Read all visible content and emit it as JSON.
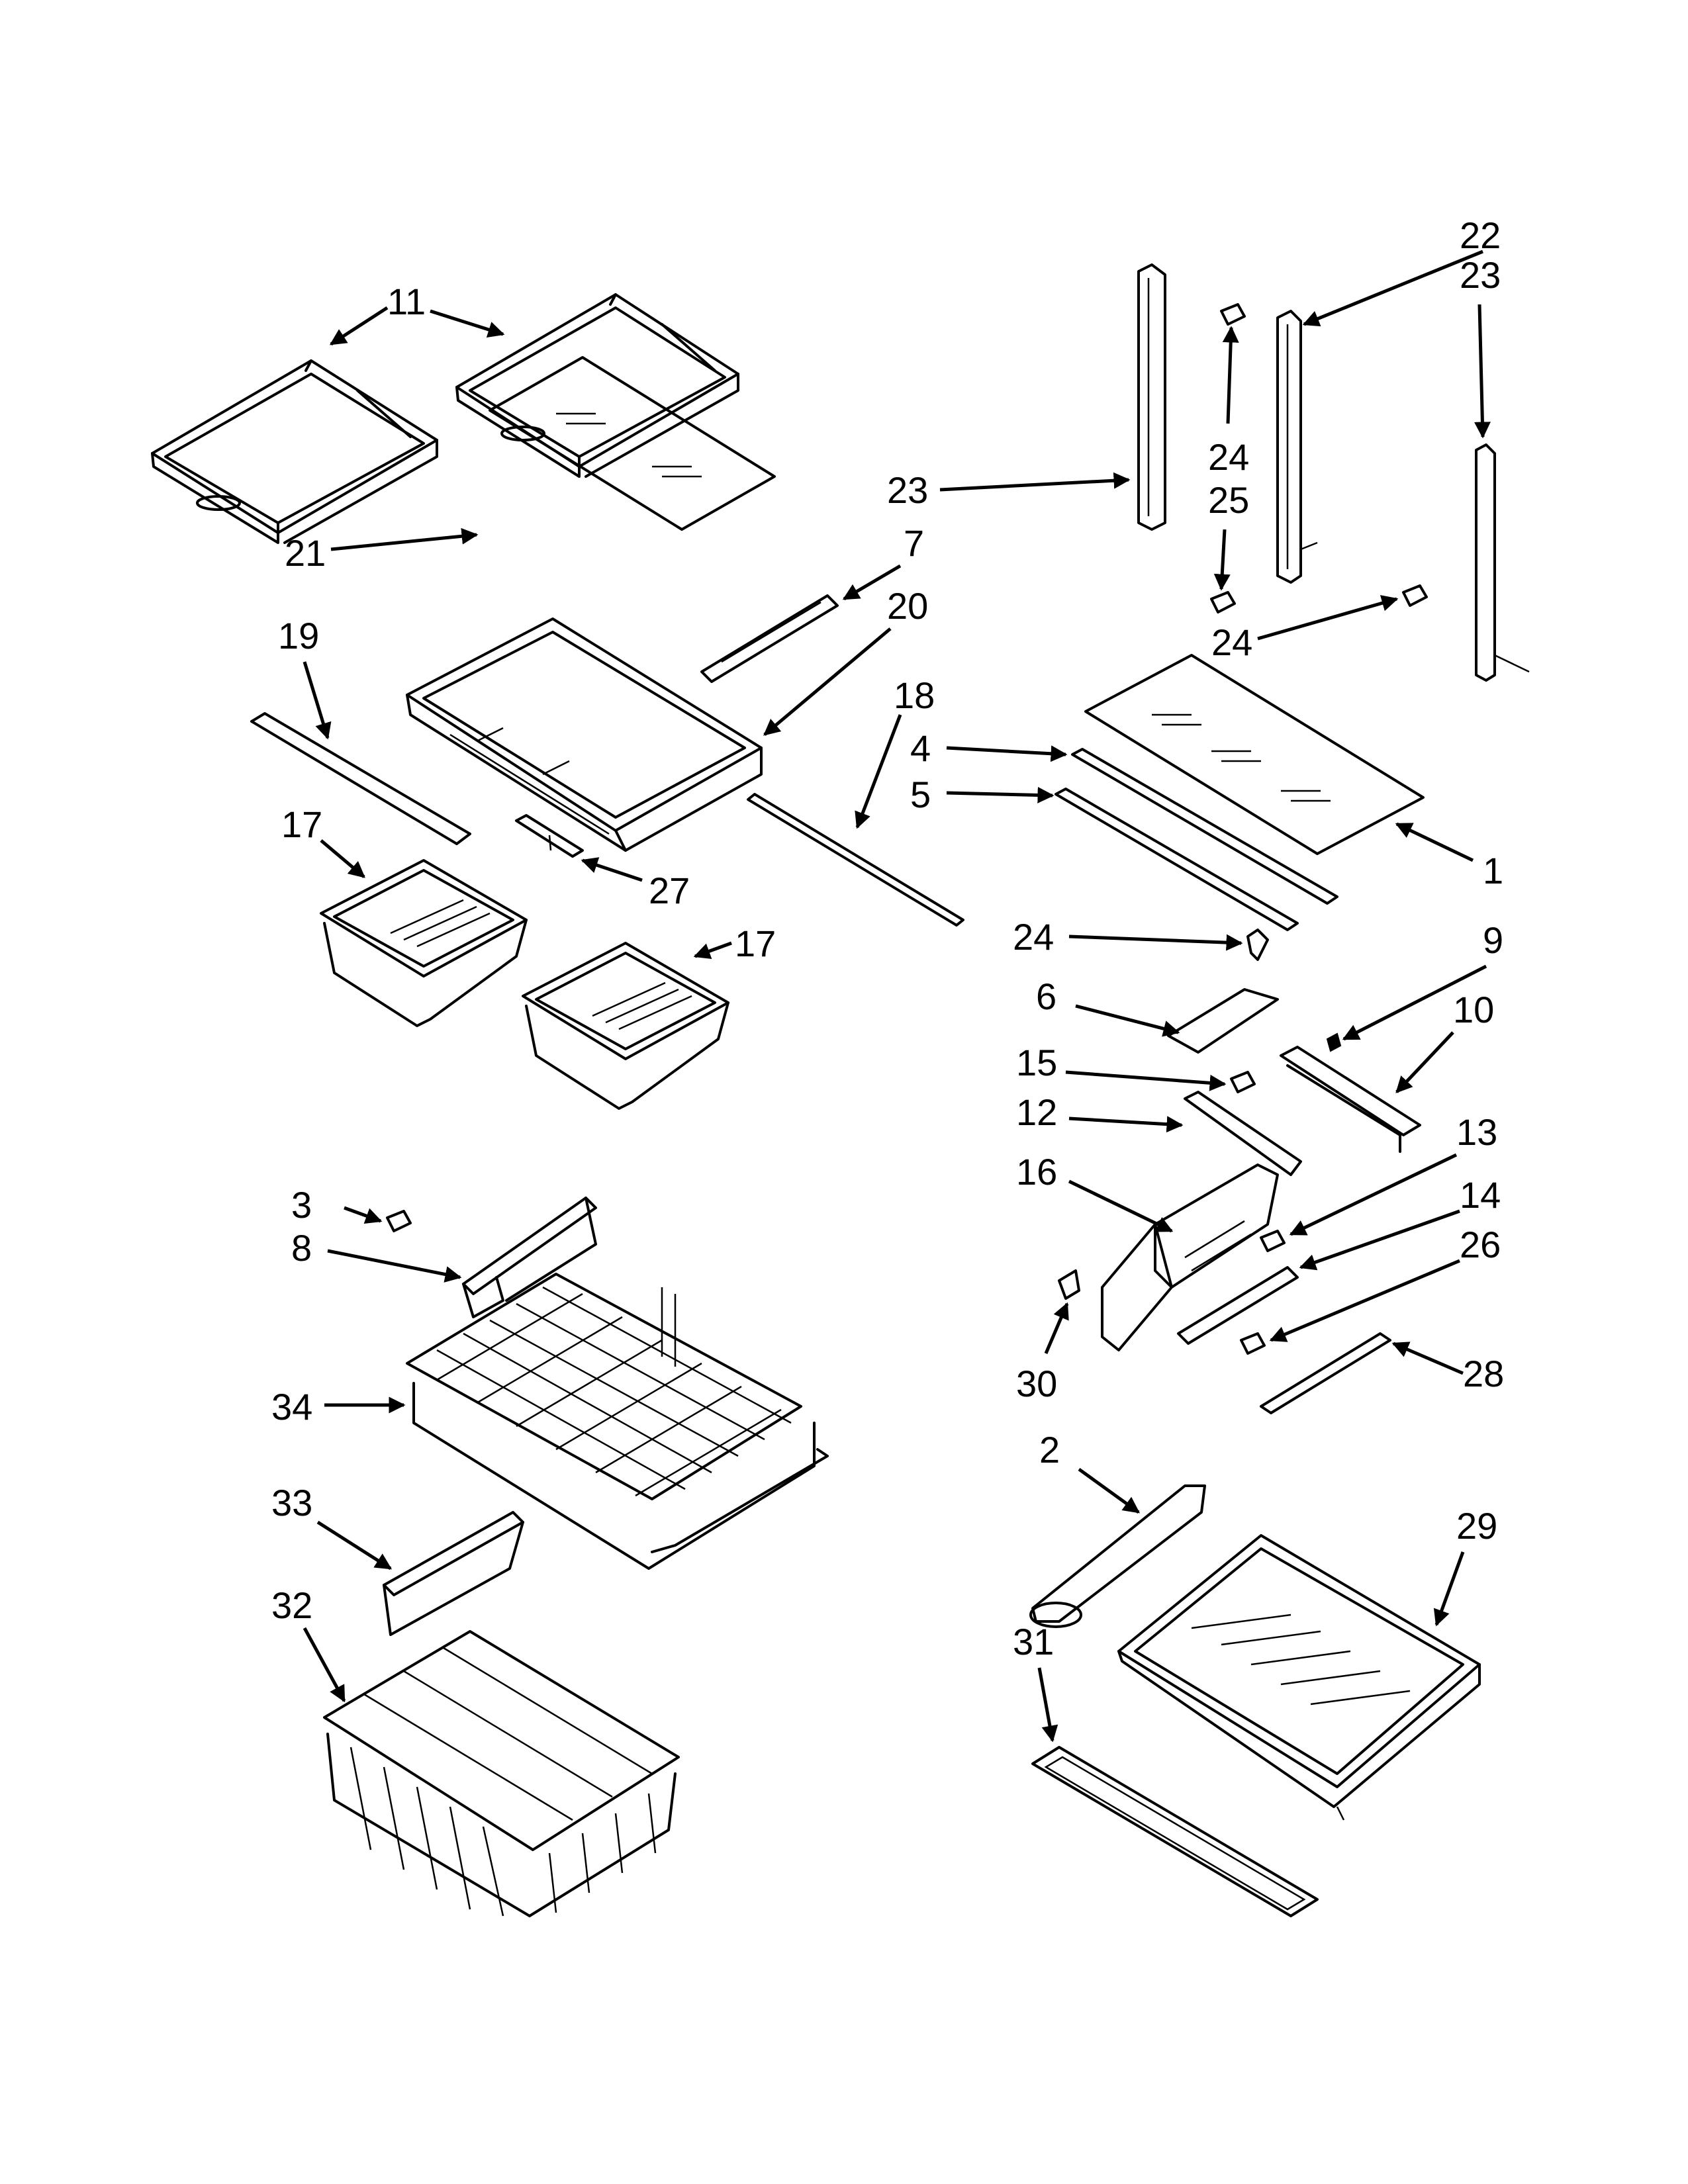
{
  "callouts": {
    "c1": "1",
    "c2": "2",
    "c3": "3",
    "c4": "4",
    "c5": "5",
    "c6": "6",
    "c7": "7",
    "c8": "8",
    "c9": "9",
    "c10": "10",
    "c11": "11",
    "c12": "12",
    "c13": "13",
    "c14": "14",
    "c15": "15",
    "c16": "16",
    "c17a": "17",
    "c17b": "17",
    "c18": "18",
    "c19": "19",
    "c20": "20",
    "c21": "21",
    "c22": "22",
    "c23a": "23",
    "c23b": "23",
    "c24a": "24",
    "c24b": "24",
    "c24c": "24",
    "c25": "25",
    "c26": "26",
    "c27": "27",
    "c28": "28",
    "c29": "29",
    "c30": "30",
    "c31": "31",
    "c32": "32",
    "c33": "33",
    "c34": "34"
  }
}
